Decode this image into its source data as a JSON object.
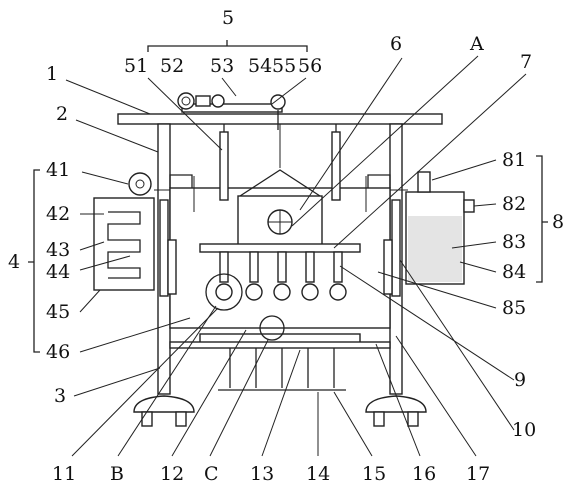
{
  "labels": {
    "l1": "1",
    "l2": "2",
    "l3": "3",
    "l4": "4",
    "l41": "41",
    "l42": "42",
    "l43": "43",
    "l44": "44",
    "l45": "45",
    "l46": "46",
    "l5": "5",
    "l51": "51",
    "l52": "52",
    "l53": "53",
    "l54": "54",
    "l55": "55",
    "l56": "56",
    "l6": "6",
    "l7": "7",
    "lA": "A",
    "l8": "8",
    "l81": "81",
    "l82": "82",
    "l83": "83",
    "l84": "84",
    "l85": "85",
    "l9": "9",
    "l10": "10",
    "l11": "11",
    "lB": "B",
    "l12": "12",
    "lC": "C",
    "l13": "13",
    "l14": "14",
    "l15": "15",
    "l16": "16",
    "l17": "17"
  }
}
